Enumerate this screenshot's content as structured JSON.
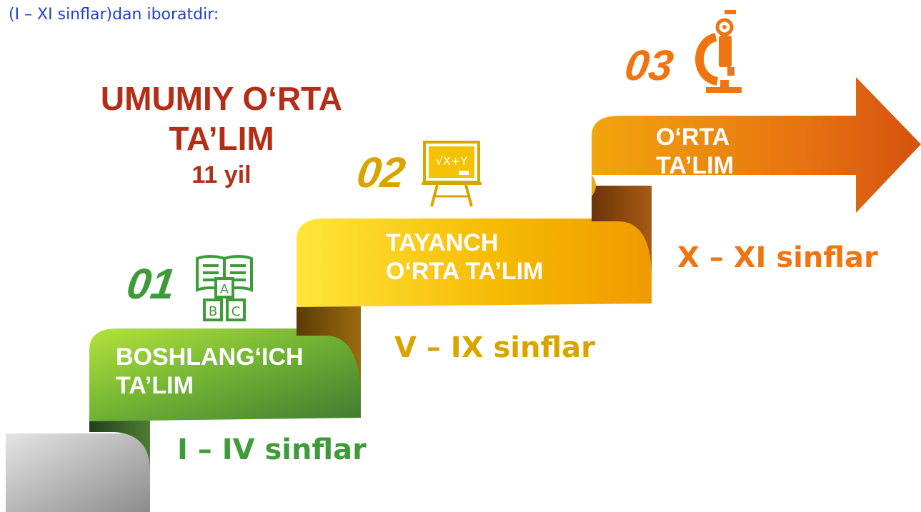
{
  "intro_text": "(I – XI sinflar)dan iboratdir:",
  "title": {
    "line1": "UMUMIY O‘RTA",
    "line2": "TA’LIM",
    "duration": "11 yil"
  },
  "stages": [
    {
      "number": "01",
      "label_line1": "BOSHLANG‘ICH",
      "label_line2": "TA’LIM",
      "grades": "I – IV sinflar",
      "color": "#3f9b3a",
      "icon": "abc-book-icon"
    },
    {
      "number": "02",
      "label_line1": "TAYANCH",
      "label_line2": "O‘RTA TA’LIM",
      "grades": "V – IX sinflar",
      "color": "#d9a400",
      "icon": "chalkboard-icon",
      "board_text": "√X+Y"
    },
    {
      "number": "03",
      "label_line1": "O‘RTA",
      "label_line2": "TA’LIM",
      "grades": "X – XI sinflar",
      "color": "#ee7511",
      "icon": "microscope-icon"
    }
  ],
  "colors": {
    "title": "#b22e16",
    "intro": "#1f3fd6",
    "green": "#3f9b3a",
    "yellow": "#d9a400",
    "orange": "#ee7511"
  }
}
